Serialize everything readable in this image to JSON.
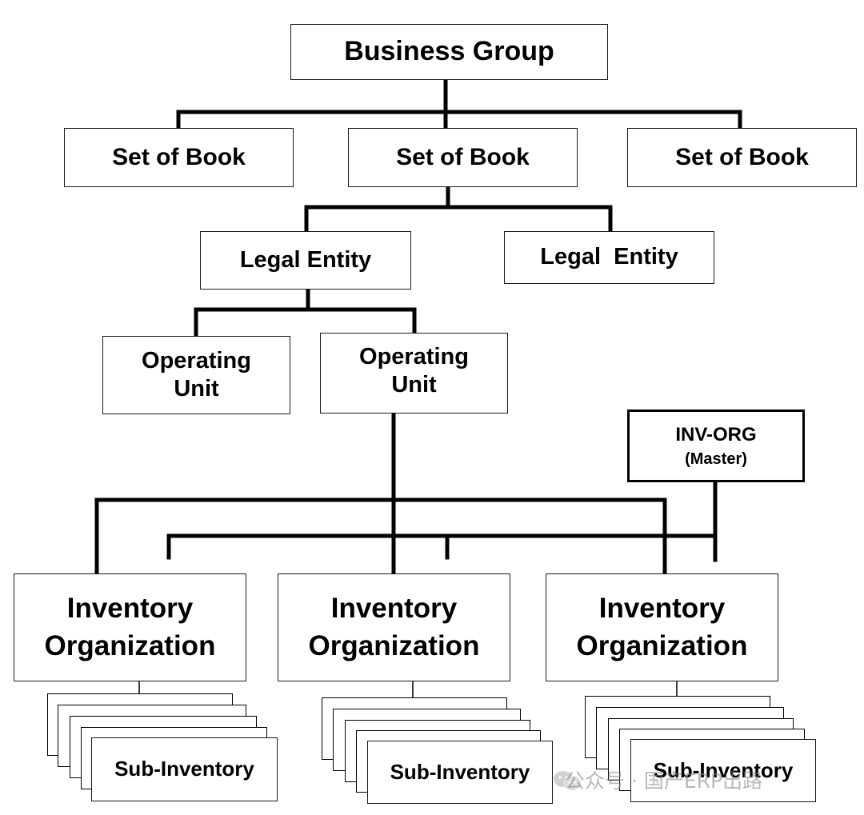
{
  "business_group": {
    "label": "Business Group"
  },
  "sets_of_book": [
    {
      "label": "Set of Book"
    },
    {
      "label": "Set of Book"
    },
    {
      "label": "Set of Book"
    }
  ],
  "legal_entities": [
    {
      "label": "Legal Entity"
    },
    {
      "label": "Legal  Entity"
    }
  ],
  "operating_units": [
    {
      "line1": "Operating",
      "line2": "Unit"
    },
    {
      "line1": "Operating",
      "line2": "Unit"
    }
  ],
  "master_org": {
    "line1": "INV-ORG",
    "line2": "(Master)"
  },
  "inventory_organizations": [
    {
      "line1": "Inventory",
      "line2": "Organization",
      "sub_inventory": "Sub-Inventory"
    },
    {
      "line1": "Inventory",
      "line2": "Organization",
      "sub_inventory": "Sub-Inventory"
    },
    {
      "line1": "Inventory",
      "line2": "Organization",
      "sub_inventory": "Sub-Inventory"
    }
  ],
  "watermark": {
    "text": "公众号 · 国产ERP出路"
  }
}
